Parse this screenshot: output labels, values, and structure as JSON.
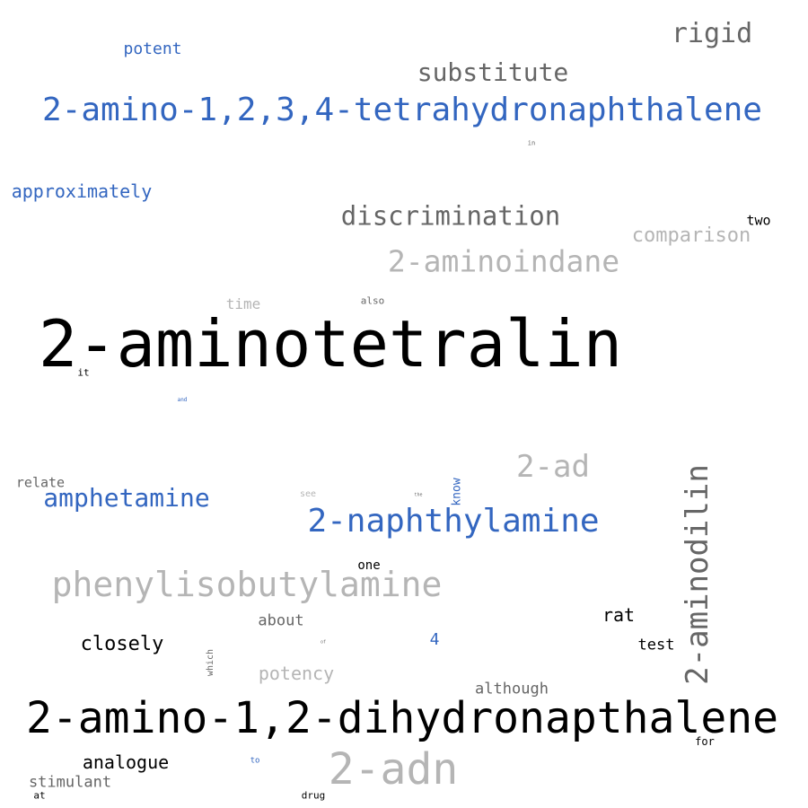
{
  "colors": {
    "background": "#ffffff",
    "black": "#000000",
    "blue": "#3366c0",
    "dark_gray": "#666666",
    "light_gray": "#b5b5b5"
  },
  "words": {
    "potent": "potent",
    "rigid": "rigid",
    "substitute": "substitute",
    "tetrahydronaphthalene": "2-amino-1,2,3,4-tetrahydronaphthalene",
    "in": "in",
    "approximately": "approximately",
    "discrimination": "discrimination",
    "two": "two",
    "comparison": "comparison",
    "aminoindane": "2-aminoindane",
    "time": "time",
    "also": "also",
    "aminotetralin": "2-aminotetralin",
    "it": "it",
    "and": "and",
    "ad": "2-ad",
    "relate": "relate",
    "amphetamine": "amphetamine",
    "see": "see",
    "tiny_mid": "the",
    "know": "know",
    "naphthylamine": "2-naphthylamine",
    "aminodilin": "2-aminodilin",
    "one": "one",
    "phenylisobutylamine": "phenylisobutylamine",
    "about": "about",
    "rat": "rat",
    "closely": "closely",
    "tiny_low": "of",
    "four": "4",
    "test": "test",
    "which": "which",
    "potency": "potency",
    "although": "although",
    "dihydronapthalene": "2-amino-1,2-dihydronapthalene",
    "for": "for",
    "analogue": "analogue",
    "to": "to",
    "adn": "2-adn",
    "stimulant": "stimulant",
    "at": "at",
    "drug": "drug"
  }
}
